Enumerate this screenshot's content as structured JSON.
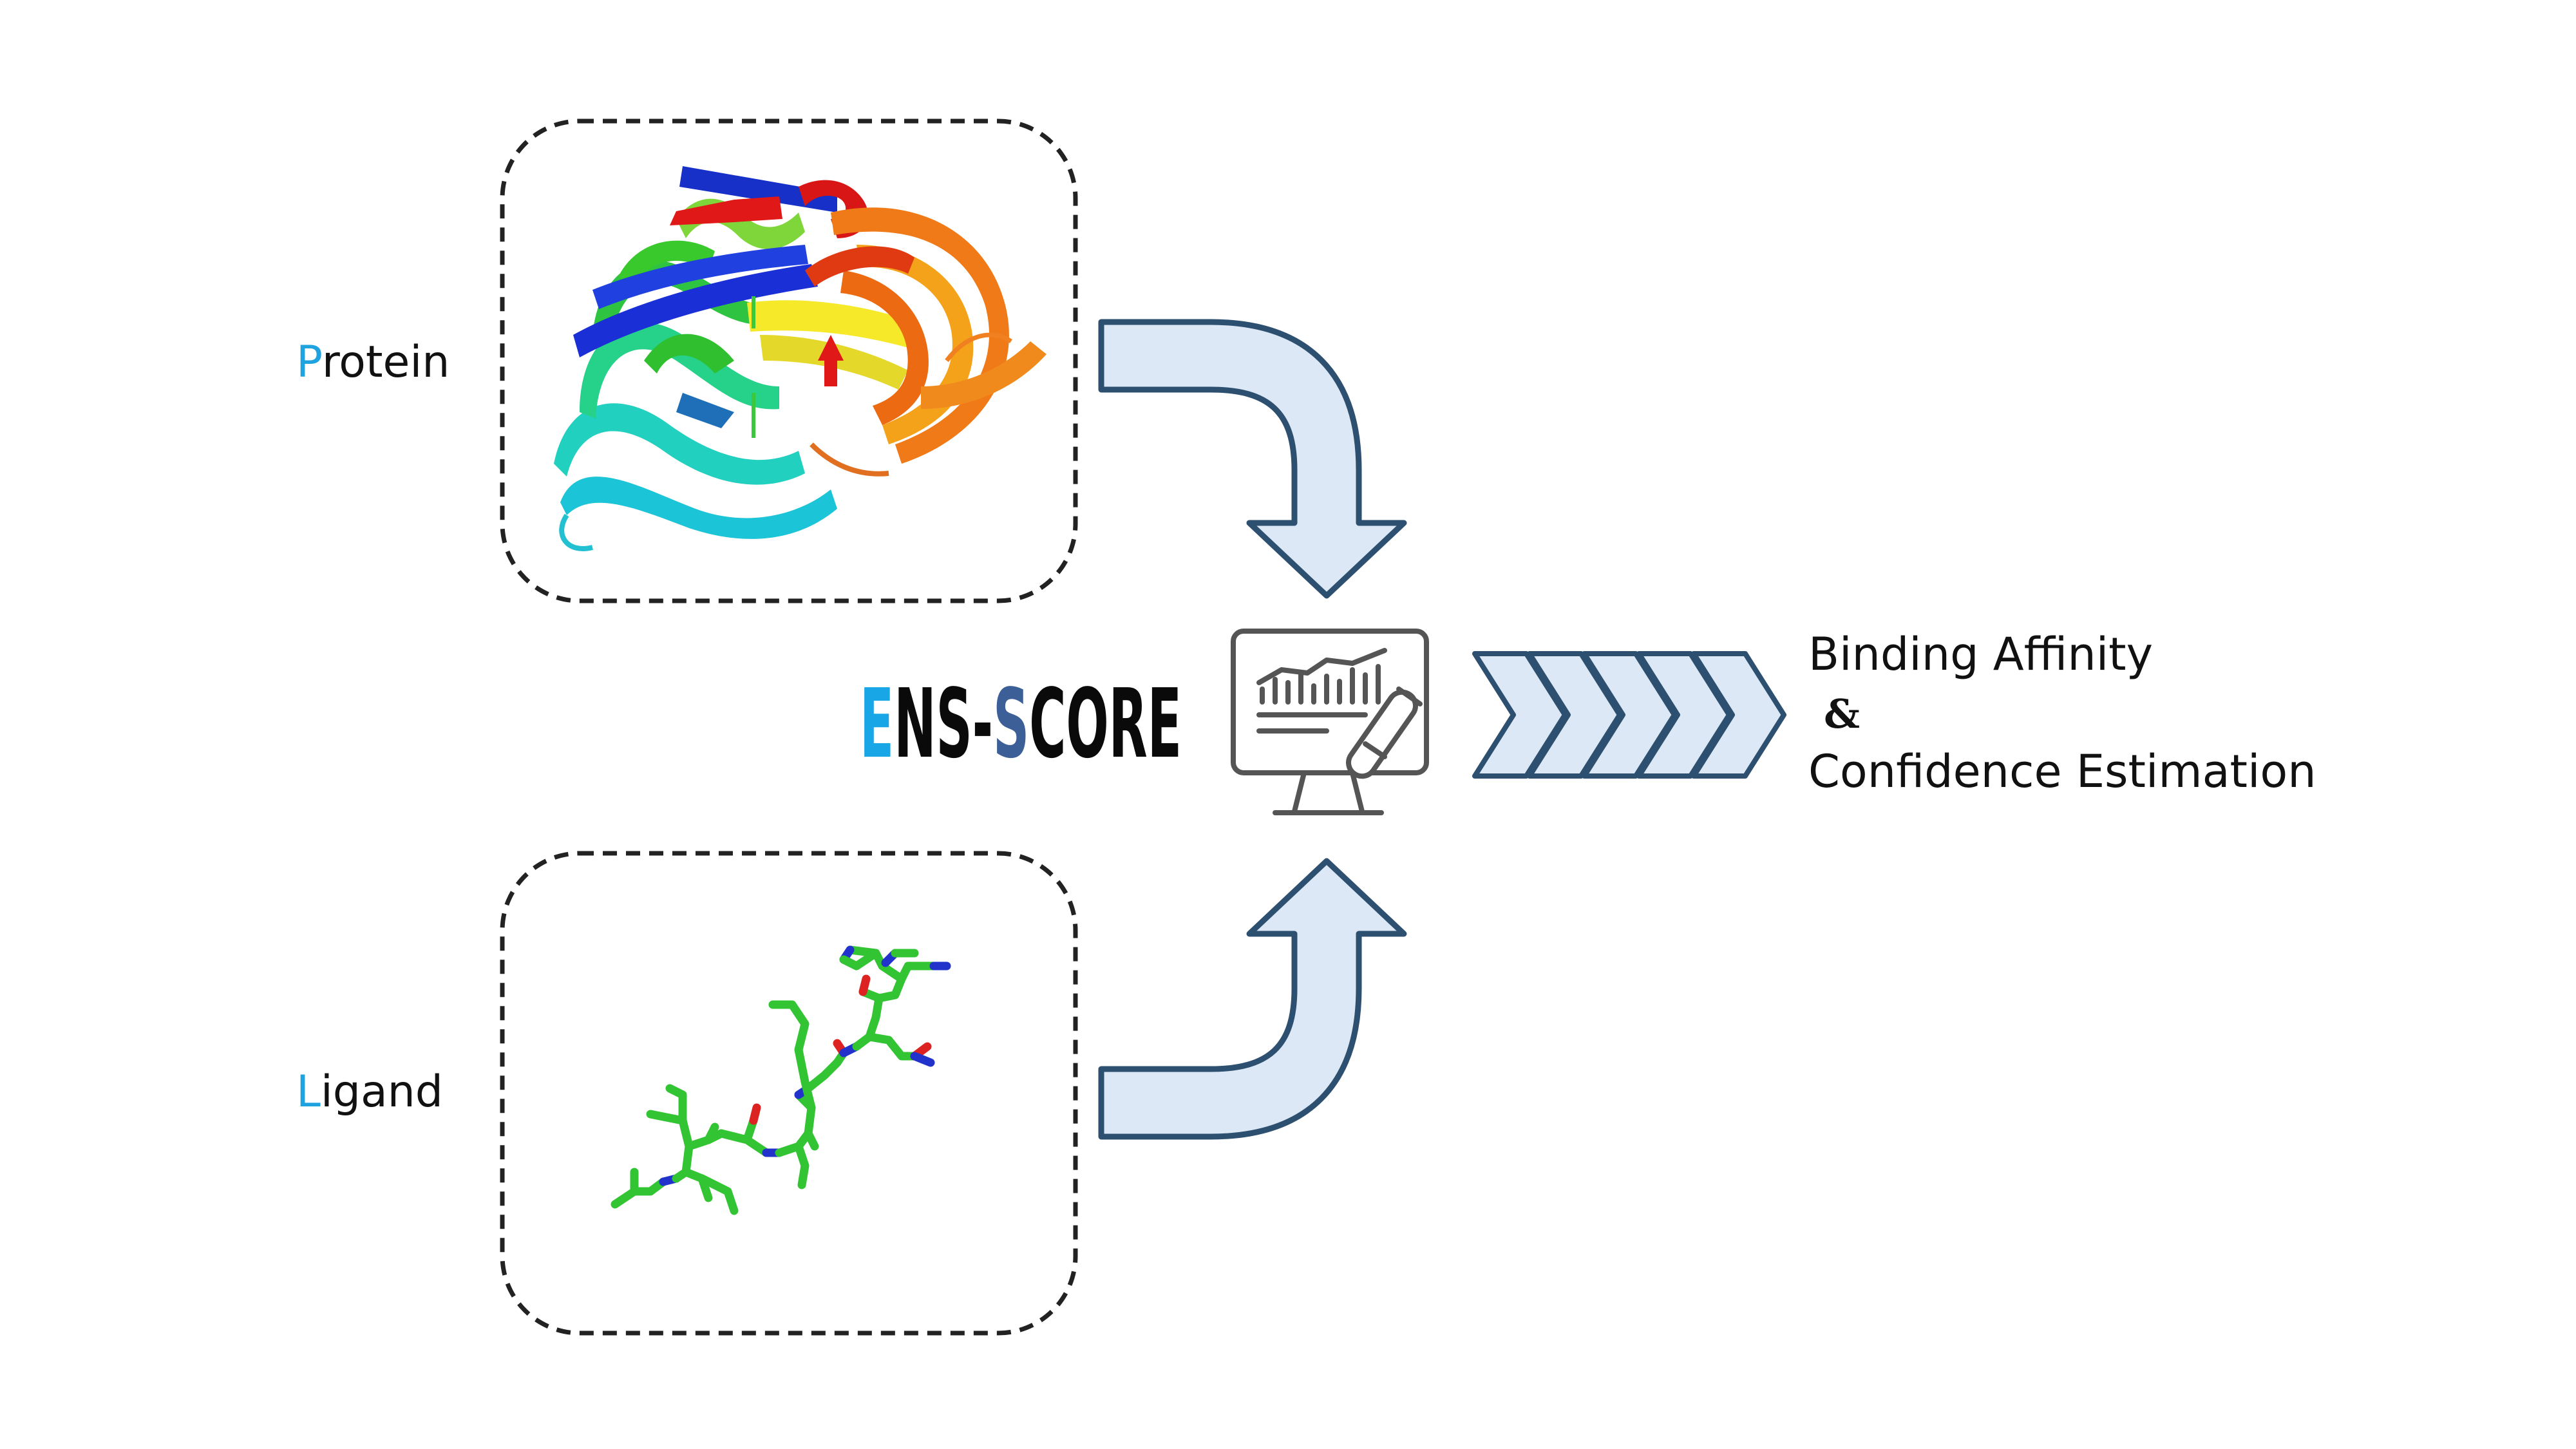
{
  "inputs": {
    "protein": {
      "initial": "P",
      "rest": "rotein"
    },
    "ligand": {
      "initial": "L",
      "rest": "igand"
    }
  },
  "model": {
    "name_parts": [
      "E",
      "NS-",
      "S",
      "CORE"
    ],
    "colors": {
      "e": "#18a6e6",
      "s": "#3b5f96",
      "body": "#0a0a0a"
    }
  },
  "output": {
    "line1": "Binding Affinity",
    "ampersand": "&",
    "line2": "Confidence Estimation"
  },
  "colors": {
    "arrow_fill": "#dce8f5",
    "arrow_stroke": "#2d4f70",
    "dashed_box": "#222222",
    "initial_accent": "#1fa3e0",
    "ligand_carbon": "#33c433",
    "ligand_nitrogen": "#2233cc",
    "ligand_oxygen": "#dd2222"
  },
  "icons": {
    "model_icon": "monitor-chart-testtube-icon",
    "protein_image": "protein-ribbon-structure",
    "ligand_image": "ligand-stick-structure"
  }
}
